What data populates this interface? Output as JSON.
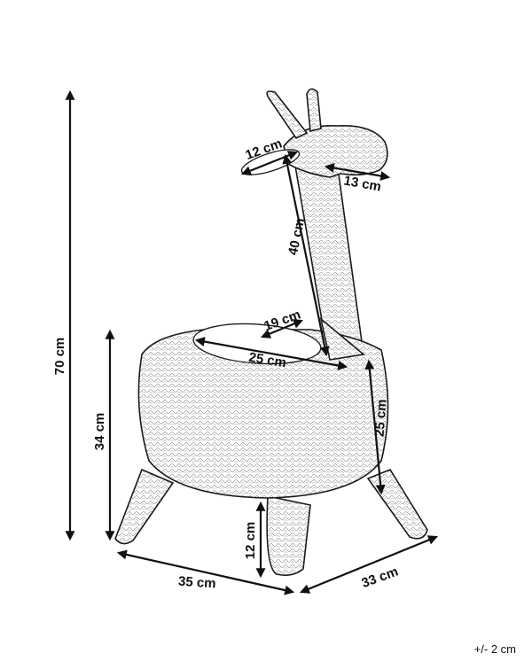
{
  "product": {
    "description_icon": "giraffe-rattan-basket"
  },
  "dimensions": {
    "total_height": "70 cm",
    "body_height": "34 cm",
    "leg_height": "12 cm",
    "head_opening": "12 cm",
    "head_length": "13 cm",
    "neck_length": "40 cm",
    "inner_opening": "19 cm",
    "basket_diameter": "25 cm",
    "basket_depth": "25 cm",
    "base_width": "35 cm",
    "base_depth": "33 cm"
  },
  "tolerance": "+/- 2 cm"
}
